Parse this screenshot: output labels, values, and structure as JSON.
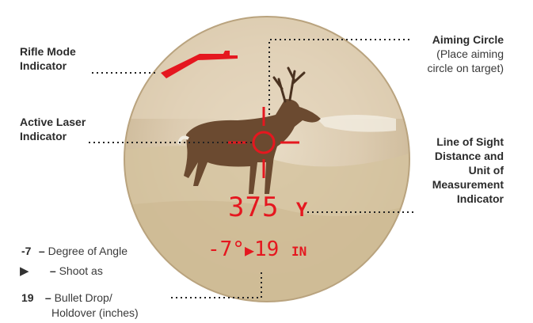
{
  "labels": {
    "rifle_mode": {
      "line1": "Rifle Mode",
      "line2": "Indicator"
    },
    "active_laser": {
      "line1": "Active Laser",
      "line2": "Indicator"
    },
    "aiming_circle": {
      "title": "Aiming Circle",
      "desc1": "(Place aiming",
      "desc2": "circle on target)"
    },
    "line_of_sight": {
      "l1": "Line of Sight",
      "l2": "Distance and",
      "l3": "Unit of",
      "l4": "Measurement",
      "l5": "Indicator"
    }
  },
  "display": {
    "distance": "375",
    "unit": "Y",
    "angle": "-7°",
    "drop": "19",
    "drop_unit": "IN"
  },
  "legend": {
    "angle_value": "-7",
    "angle_dash": "–",
    "angle_text": "Degree of Angle",
    "shoot_dash": "–",
    "shoot_text": "Shoot as",
    "drop_value": "19",
    "drop_dash": "–",
    "drop_text1": "Bullet Drop/",
    "drop_text2": "Holdover (inches)"
  },
  "colors": {
    "red": "#e5171f",
    "text": "#3a3a3a",
    "dots": "#222222"
  }
}
